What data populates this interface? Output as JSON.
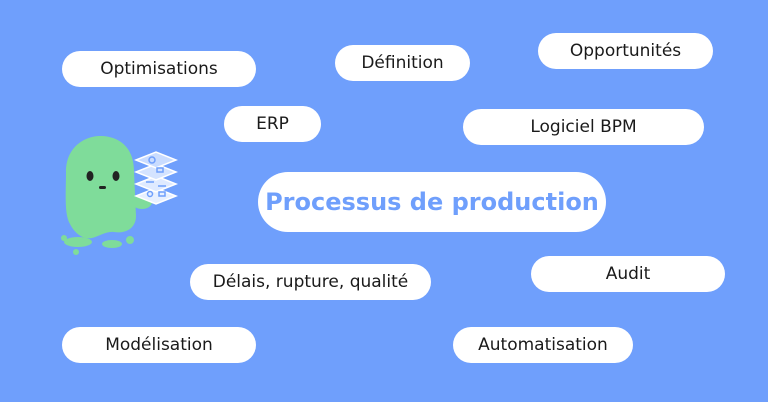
{
  "center_label": "Processus de production",
  "tags": {
    "optimisations": "Optimisations",
    "definition": "Définition",
    "opportunites": "Opportunités",
    "erp": "ERP",
    "logiciel_bpm": "Logiciel BPM",
    "delais": "Délais, rupture, qualité",
    "audit": "Audit",
    "modelisation": "Modélisation",
    "automatisation": "Automatisation"
  },
  "colors": {
    "background": "#6f9ffc",
    "pill": "#ffffff",
    "center_text": "#6f9ffc",
    "mascot": "#7fdc9a"
  },
  "icons": {
    "mascot": "ghost-mascot-icon",
    "stack": "process-stack-icon"
  }
}
